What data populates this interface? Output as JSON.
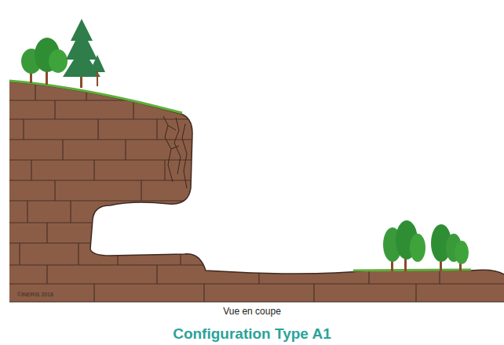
{
  "diagram": {
    "caption": "Configuration Type A1",
    "labels": [
      "Vue en coupe",
      "©INERIS 2018"
    ]
  }
}
